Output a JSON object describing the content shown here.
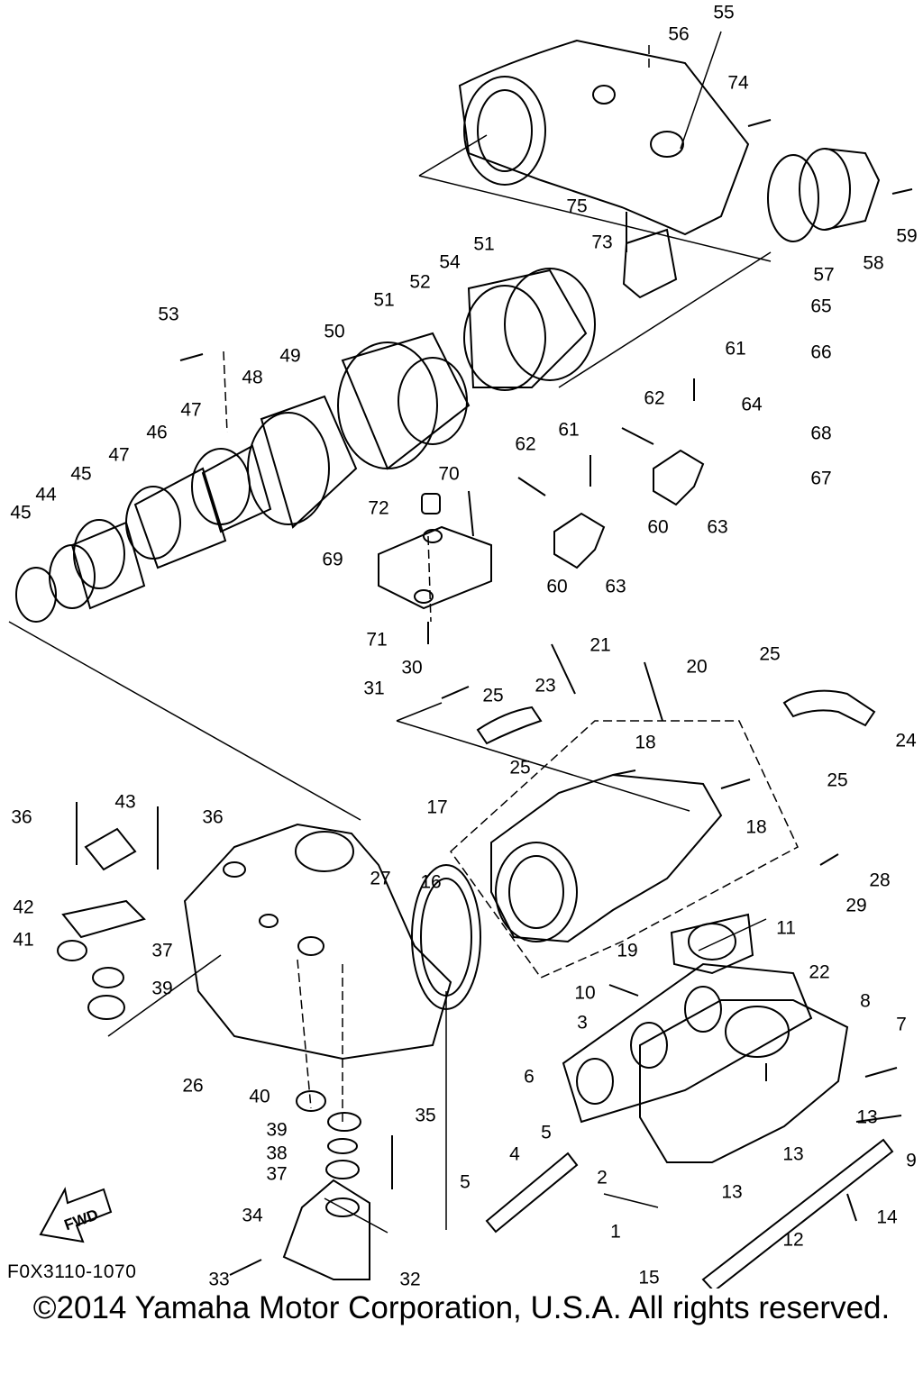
{
  "figure_code": "F0X3110-1070",
  "copyright": "©2014 Yamaha Motor Corporation, U.S.A. All rights reserved.",
  "fwd_label": "FWD",
  "callouts": [
    "1",
    "2",
    "3",
    "4",
    "5",
    "5",
    "6",
    "7",
    "8",
    "9",
    "10",
    "11",
    "12",
    "13",
    "13",
    "13",
    "14",
    "15",
    "16",
    "17",
    "18",
    "18",
    "19",
    "20",
    "21",
    "22",
    "23",
    "24",
    "25",
    "25",
    "25",
    "25",
    "26",
    "27",
    "28",
    "29",
    "30",
    "31",
    "32",
    "33",
    "34",
    "35",
    "36",
    "36",
    "37",
    "37",
    "38",
    "39",
    "39",
    "40",
    "41",
    "42",
    "43",
    "44",
    "45",
    "45",
    "46",
    "47",
    "47",
    "48",
    "49",
    "50",
    "51",
    "51",
    "52",
    "53",
    "54",
    "55",
    "56",
    "57",
    "58",
    "59",
    "60",
    "60",
    "61",
    "61",
    "62",
    "62",
    "63",
    "63",
    "64",
    "65",
    "66",
    "67",
    "68",
    "69",
    "70",
    "71",
    "72",
    "73",
    "74",
    "75"
  ]
}
